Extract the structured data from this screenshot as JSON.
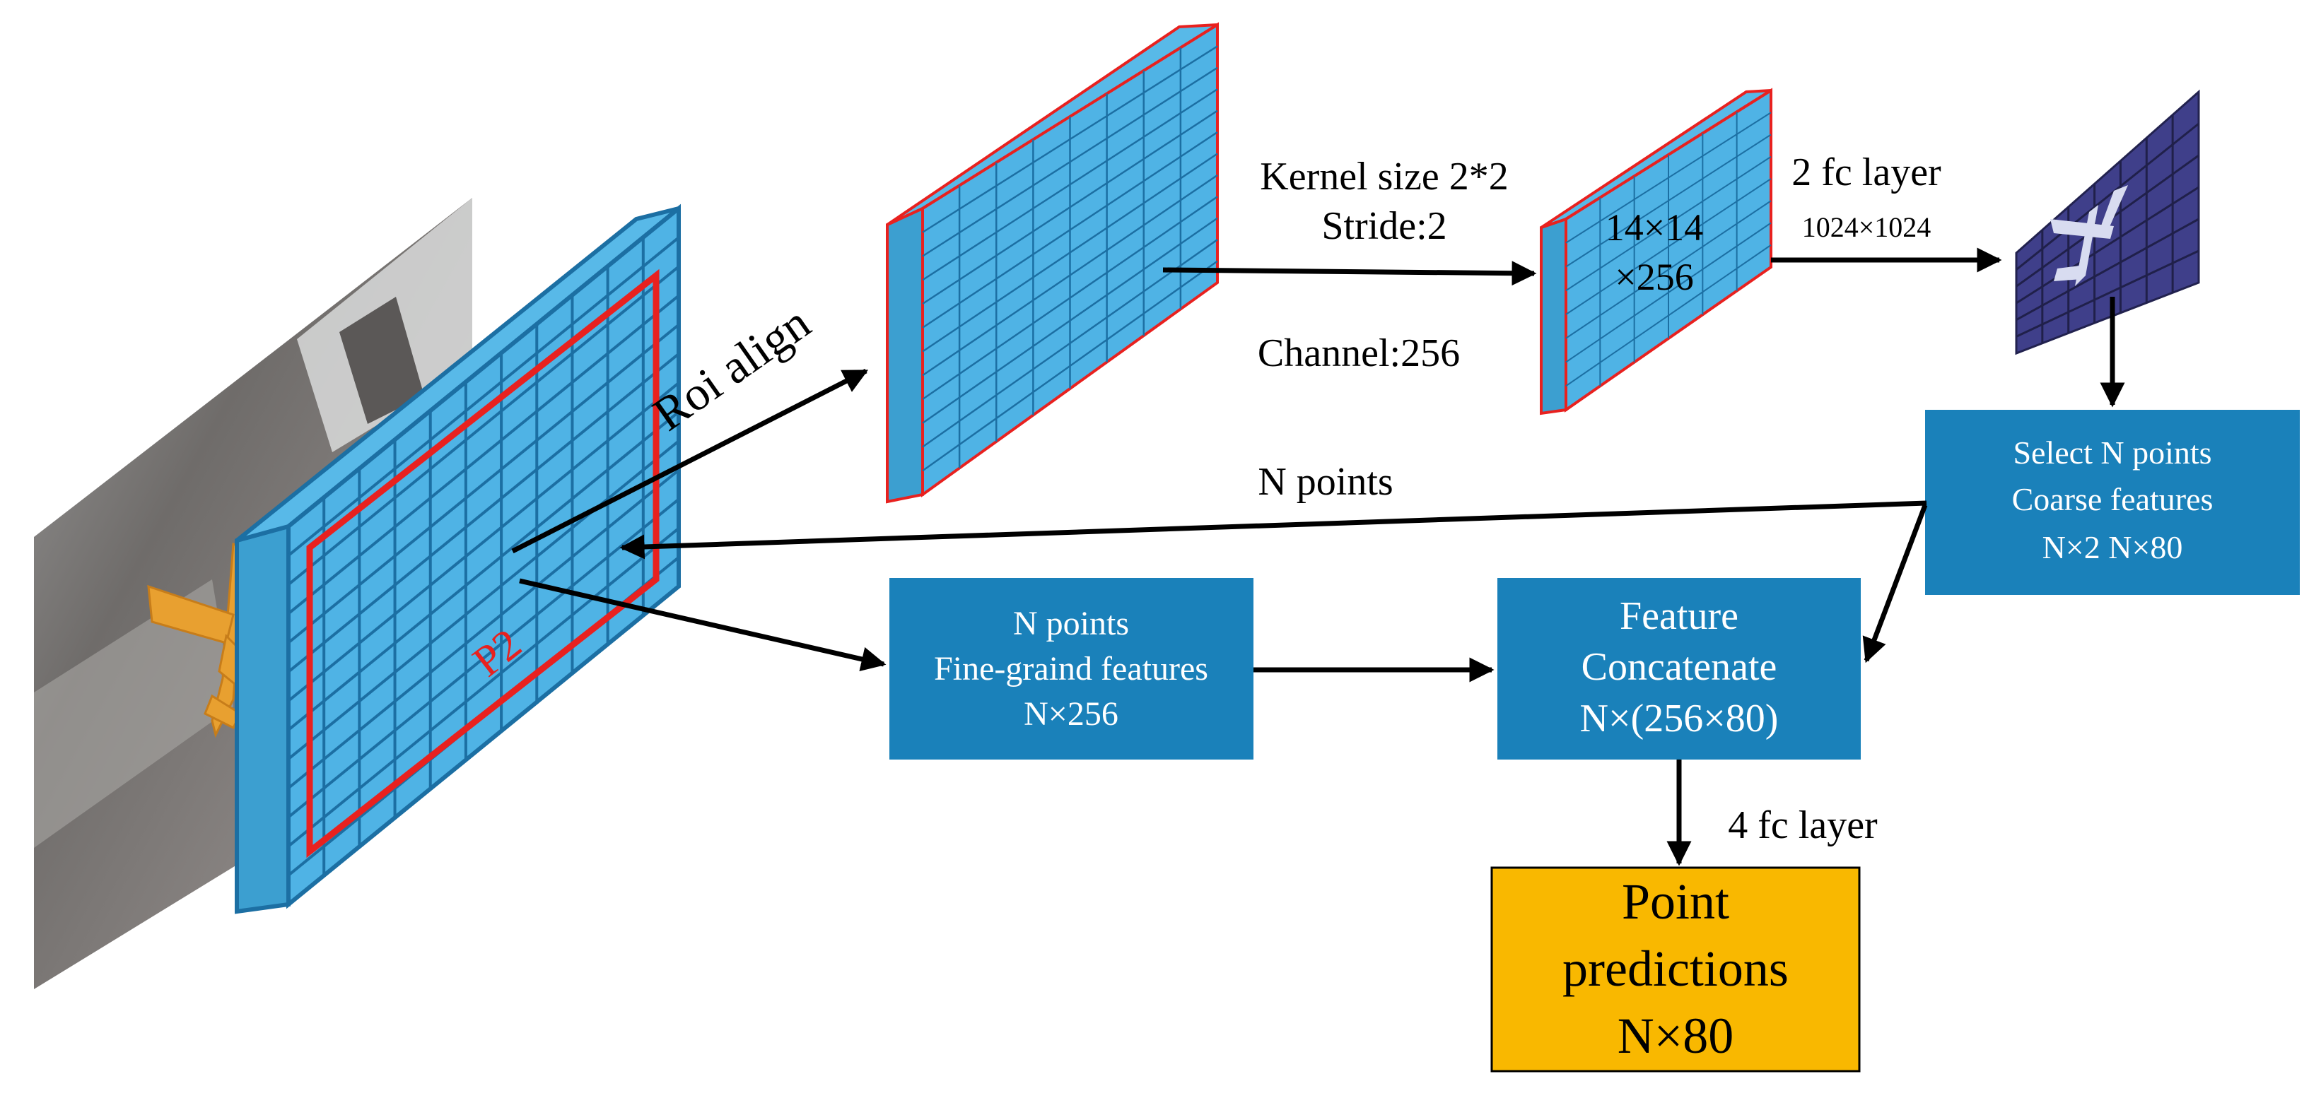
{
  "colors": {
    "box_blue": "#1a81ba",
    "cube_face": "#4fb3e5",
    "cube_side": "#3c9fd0",
    "cube_grid": "#1c6fa3",
    "red_outline": "#e8211f",
    "pred_fill": "#f9b800",
    "mask_face": "#3f3f8a",
    "arrow": "#000000"
  },
  "feature_map": {
    "label": "P2",
    "roi_label": "Roi align"
  },
  "conv_step": {
    "kernel_label": "Kernel size 2*2",
    "stride_label": "Stride:2",
    "channel_label": "Channel:256"
  },
  "small_cube": {
    "line1": "14×14",
    "line2": "×256"
  },
  "fc_step": {
    "label": "2 fc layer",
    "dims": "1024×1024"
  },
  "select_box": {
    "line1": "Select N points",
    "line2": "Coarse features",
    "line3": "N×2  N×80"
  },
  "n_points_label": "N points",
  "fine_box": {
    "line1": "N points",
    "line2": "Fine-graind features",
    "line3": "N×256"
  },
  "concat_box": {
    "line1": "Feature",
    "line2": "Concatenate",
    "line3": "N×(256×80)"
  },
  "fc4_label": "4 fc layer",
  "pred_box": {
    "line1": "Point",
    "line2": "predictions",
    "line3": "N×80"
  }
}
